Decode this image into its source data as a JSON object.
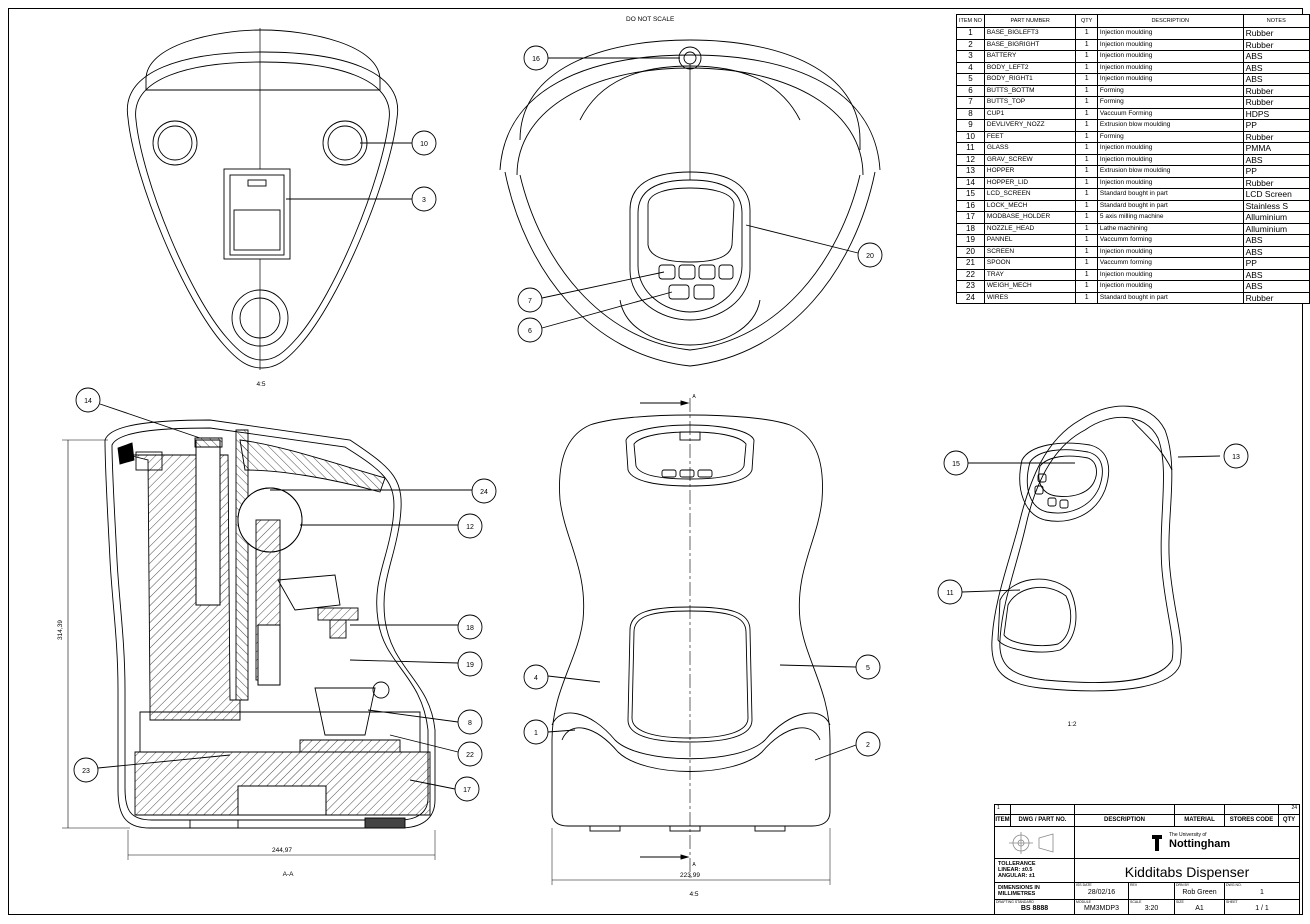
{
  "sheet": {
    "do_not_scale": "DO NOT SCALE",
    "view_scale_top_left": "4:5",
    "view_scale_section": "A-A",
    "view_scale_front": "4:5",
    "view_scale_iso": "1:2",
    "section_marker": "A",
    "dims": {
      "height": "314,39",
      "width_section": "244,97",
      "width_front": "223,99"
    }
  },
  "parts_list": {
    "headers": [
      "ITEM NO",
      "PART NUMBER",
      "QTY",
      "DESCRIPTION",
      "NOTES"
    ],
    "rows": [
      [
        "1",
        "BASE_BIGLEFT3",
        "1",
        "Injection moulding",
        "Rubber"
      ],
      [
        "2",
        "BASE_BIGRIGHT",
        "1",
        "Injection moulding",
        "Rubber"
      ],
      [
        "3",
        "BATTERY",
        "1",
        "Injection moulding",
        "ABS"
      ],
      [
        "4",
        "BODY_LEFT2",
        "1",
        "Injection moulding",
        "ABS"
      ],
      [
        "5",
        "BODY_RIGHT1",
        "1",
        "Injection moulding",
        "ABS"
      ],
      [
        "6",
        "BUTTS_BOTTM",
        "1",
        "Forming",
        "Rubber"
      ],
      [
        "7",
        "BUTTS_TOP",
        "1",
        "Forming",
        "Rubber"
      ],
      [
        "8",
        "CUP1",
        "1",
        "Vaccuum Forming",
        "HDPS"
      ],
      [
        "9",
        "DEVLIVERY_NOZZ",
        "1",
        "Extrusion blow moulding",
        "PP"
      ],
      [
        "10",
        "FEET",
        "1",
        "Forming",
        "Rubber"
      ],
      [
        "11",
        "GLASS",
        "1",
        "Injection moulding",
        "PMMA"
      ],
      [
        "12",
        "GRAV_SCREW",
        "1",
        "Injection moulding",
        "ABS"
      ],
      [
        "13",
        "HOPPER",
        "1",
        "Extrusion blow moulding",
        "PP"
      ],
      [
        "14",
        "HOPPER_LID",
        "1",
        "Injection moulding",
        "Rubber"
      ],
      [
        "15",
        "LCD_SCREEN",
        "1",
        "Standard bought in part",
        "LCD Screen"
      ],
      [
        "16",
        "LOCK_MECH",
        "1",
        "Standard bought in part",
        "Stainless S"
      ],
      [
        "17",
        "MODBASE_HOLDER",
        "1",
        "5 axis milling machine",
        "Alluminium"
      ],
      [
        "18",
        "NOZZLE_HEAD",
        "1",
        "Lathe machining",
        "Alluminium"
      ],
      [
        "19",
        "PANNEL",
        "1",
        "Vaccumm forming",
        "ABS"
      ],
      [
        "20",
        "SCREEN",
        "1",
        "Injection moulding",
        "ABS"
      ],
      [
        "21",
        "SPOON",
        "1",
        "Vaccumm forming",
        "PP"
      ],
      [
        "22",
        "TRAY",
        "1",
        "Injection moulding",
        "ABS"
      ],
      [
        "23",
        "WEIGH_MECH",
        "1",
        "Injection moulding",
        "ABS"
      ],
      [
        "24",
        "WIRES",
        "1",
        "Standard bought in part",
        "Rubber"
      ]
    ]
  },
  "balloons": {
    "top_view": [
      "10",
      "3"
    ],
    "front_top": [
      "16",
      "20",
      "7",
      "6"
    ],
    "section": [
      "14",
      "24",
      "12",
      "18",
      "19",
      "8",
      "22",
      "17",
      "23"
    ],
    "front": [
      "4",
      "5",
      "1",
      "2"
    ],
    "iso": [
      "15",
      "13",
      "11"
    ]
  },
  "title_block": {
    "row1_item": "1",
    "row1_qty": "24",
    "headers": [
      "ITEM",
      "DWG / PART NO.",
      "DESCRIPTION",
      "MATERIAL",
      "STORES CODE",
      "QTY"
    ],
    "university_small": "The University of",
    "university_big": "Nottingham",
    "title": "Kidditabs Dispenser",
    "tolerance": "TOLLERANCE",
    "linear": "LINEAR: ±0.5",
    "angular": "ANGULAR: ±1",
    "dimensions_in": "DIMENSIONS IN",
    "millimetres": "MILLIMETRES",
    "drafting_standard_cap": "DRAFTING STANDARD",
    "drafting_standard": "BS 8888",
    "issue_date_cap": "ISS DATE",
    "issue_date": "28/02/16",
    "rev_cap": "REV",
    "drawn_by_cap": "DRN BY",
    "drawn_by": "Rob Green",
    "dwg_no_cap": "DWG NO.",
    "dwg_no": "1",
    "module_cap": "MODULE",
    "module": "MM3MDP3",
    "scale_cap": "SCALE",
    "scale": "3:20",
    "size_cap": "SIZE",
    "size": "A1",
    "sheet_cap": "SHEET",
    "sheet": "1 / 1"
  }
}
